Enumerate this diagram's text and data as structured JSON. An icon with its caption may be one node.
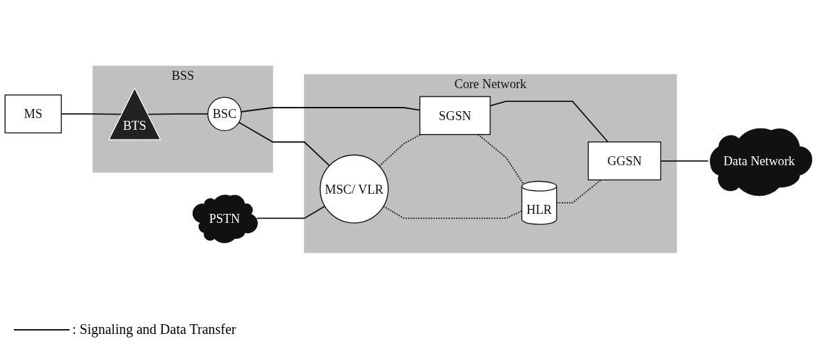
{
  "diagram": {
    "nodes": [
      {
        "text": [
          "BSS"
        ]
      },
      {
        "text": [
          "MS"
        ]
      },
      {
        "text": [
          "BTS"
        ],
        "in": 0
      },
      {
        "text": [
          "BSC"
        ],
        "in": 0
      },
      {
        "text": [
          "PSTN"
        ]
      },
      {
        "text": [
          "Core Network"
        ]
      },
      {
        "text": [
          "MSC/ VLR"
        ],
        "in": 5
      },
      {
        "text": [
          "HLR"
        ],
        "in": 5
      },
      {
        "text": [
          "SGSN"
        ],
        "in": 5
      },
      {
        "text": [
          "GGSN"
        ],
        "in": 5
      },
      {
        "text": [
          "Data Network"
        ]
      }
    ],
    "edges": [
      {
        "from": 1,
        "to": 2,
        "arrow": "none"
      },
      {
        "from": 2,
        "to": 3,
        "arrow": "none"
      },
      {
        "from": 3,
        "to": 6,
        "arrow": "none"
      },
      {
        "from": 3,
        "to": 8,
        "arrow": "none"
      },
      {
        "from": 4,
        "to": 6,
        "arrow": "none"
      },
      {
        "from": 6,
        "to": 7,
        "arrow": "none",
        "style": "dashed"
      },
      {
        "from": 6,
        "to": 8,
        "arrow": "none",
        "style": "dashed"
      },
      {
        "from": 8,
        "to": 7,
        "arrow": "none",
        "style": "dashed"
      },
      {
        "from": 7,
        "to": 9,
        "arrow": "none",
        "style": "dashed"
      },
      {
        "from": 8,
        "to": 9,
        "arrow": "none"
      },
      {
        "from": 9,
        "to": 10,
        "arrow": "none"
      }
    ],
    "legend": [
      {
        "text": ": Signaling and Data Transfer"
      }
    ]
  }
}
